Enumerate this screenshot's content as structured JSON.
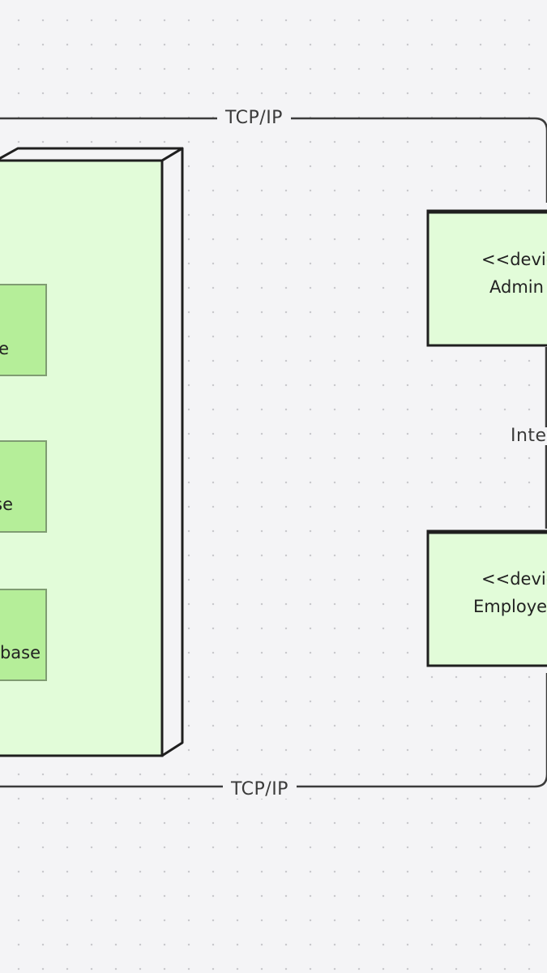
{
  "diagram": {
    "connections": {
      "top_label": "TCP/IP",
      "bottom_label": "TCP/IP",
      "right_label": "Inte"
    },
    "server_node": {
      "components": [
        {
          "label": "e"
        },
        {
          "label": "se"
        },
        {
          "label": "base"
        }
      ]
    },
    "devices": [
      {
        "stereotype": "<<devic",
        "name": "Admin"
      },
      {
        "stereotype": "<<devic",
        "name": "Employe"
      }
    ],
    "colors": {
      "node_fill": "#e2fcd9",
      "component_fill": "#b5ee99",
      "stroke": "#1f1f1f",
      "line": "#3c3c3c",
      "background": "#f4f4f6"
    }
  }
}
